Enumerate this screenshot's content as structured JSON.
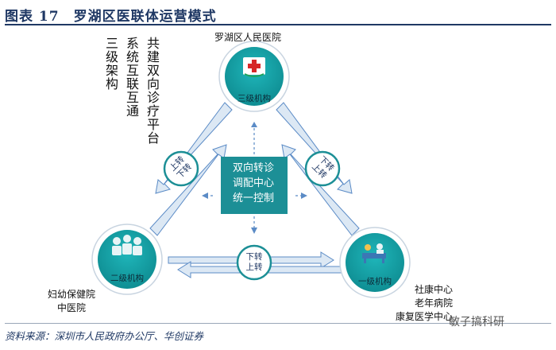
{
  "title": "图表 17　罗湖区医联体运营模式",
  "footer": "资料来源：深圳市人民政府办公厅、华创证券",
  "watermark": "敏子搞科研",
  "side_columns": [
    "三级架构",
    "系统互联互通",
    "共建双向诊疗平台"
  ],
  "top_node": {
    "label": "三级机构",
    "caption": "罗湖区人民医院"
  },
  "left_node": {
    "label": "二级机构",
    "caption_lines": [
      "妇幼保健院",
      "中医院"
    ]
  },
  "right_node": {
    "label": "一级机构",
    "caption_lines": [
      "社康中心",
      "老年病院",
      "康复医学中心"
    ]
  },
  "hub": {
    "lines": [
      "双向转诊",
      "调配中心",
      "统一控制"
    ]
  },
  "bubbles": {
    "left": [
      "上转",
      "下转"
    ],
    "right": [
      "下转",
      "上转"
    ],
    "bottom": [
      "下转",
      "上转"
    ]
  },
  "colors": {
    "teal": "#1c8f96",
    "node_fill": "#13a3a8",
    "arrow_fill": "#dce8f4",
    "arrow_stroke": "#5b8bc6",
    "title": "#1f3864"
  }
}
